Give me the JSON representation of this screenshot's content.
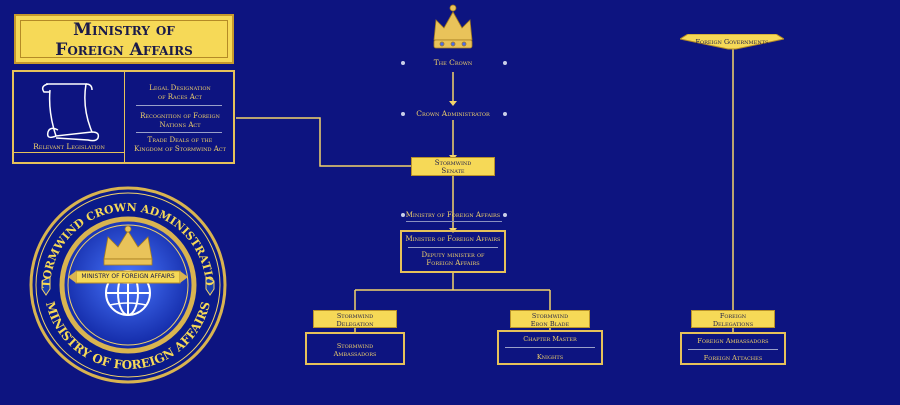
{
  "title": {
    "line1": "Ministry of",
    "line2": "Foreign Affairs"
  },
  "legislation": {
    "caption": "Relevant Legislation",
    "items": [
      {
        "line1": "Legal Designation",
        "line2": "of Races Act"
      },
      {
        "line1": "Recognition of Foreign",
        "line2": "Nations Act"
      },
      {
        "line1": "Trade Deals of the",
        "line2": "Kingdom of Stormwind Act"
      }
    ]
  },
  "seal": {
    "top_text": "STORMWIND CROWN ADMINISTRATION",
    "bottom_text": "MINISTRY OF FOREIGN AFFAIRS",
    "banner": "MINISTRY OF FOREIGN AFFAIRS"
  },
  "nodes": {
    "crown": "The Crown",
    "crown_admin": "Crown Administrator",
    "senate": {
      "line1": "Stormwind",
      "line2": "Senate"
    },
    "ministry": "Ministry of Foreign Affairs",
    "minister": "Minister of Foreign Affairs",
    "deputy": {
      "line1": "Deputy minister of",
      "line2": "Foreign Affairs"
    },
    "delegation": {
      "line1": "Stormwind",
      "line2": "Delegation"
    },
    "ambassadors": {
      "line1": "Stormwind",
      "line2": "Ambassadors"
    },
    "ebon": {
      "line1": "Stormwind",
      "line2": "Ebon Blade"
    },
    "chapter_master": "Chapter Master",
    "knights": "Knights",
    "foreign_gov": "Foreign Governments",
    "foreign_del": {
      "line1": "Foreign",
      "line2": "Delegations"
    },
    "foreign_amb": "Foreign Ambassadors",
    "foreign_att": "Foreign Attaches"
  },
  "colors": {
    "background": "#0d1480",
    "gold": "#f6d957",
    "line": "#f3d36a"
  },
  "icons": [
    "crown-icon",
    "scroll-icon",
    "globe-icon",
    "alliance-crest-icon"
  ]
}
